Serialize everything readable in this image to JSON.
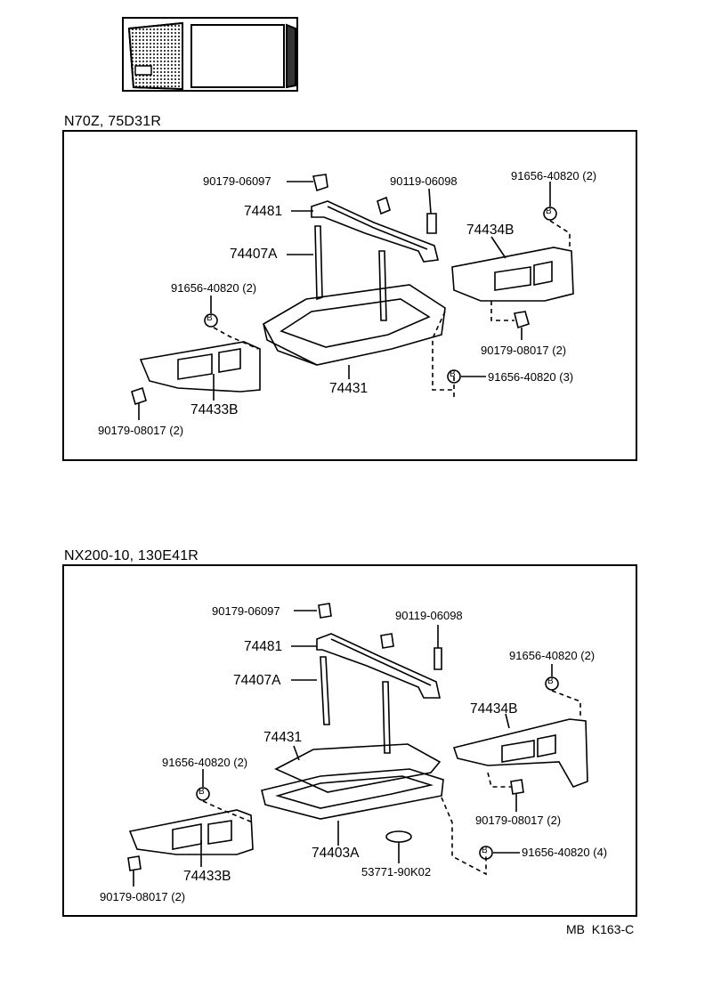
{
  "sections": [
    {
      "heading": "N70Z, 75D31R",
      "labels": {
        "nut_top": "90179-06097",
        "bolt_top": "90119-06098",
        "bolt_right_qty": "91656-40820 (2)",
        "clamp": "74481",
        "rod": "74407A",
        "bracket_right": "74434B",
        "bolt_left_qty": "91656-40820 (2)",
        "nut_right_qty": "90179-08017 (2)",
        "tray": "74431",
        "bolt_bottom_qty": "91656-40820 (3)",
        "bracket_left": "74433B",
        "nut_left_qty": "90179-08017 (2)"
      }
    },
    {
      "heading": "NX200-10, 130E41R",
      "labels": {
        "nut_top": "90179-06097",
        "bolt_top": "90119-06098",
        "clamp": "74481",
        "rod": "74407A",
        "bolt_right_qty": "91656-40820 (2)",
        "bracket_right": "74434B",
        "tray": "74431",
        "bolt_left_qty": "91656-40820 (2)",
        "nut_right_qty": "90179-08017 (2)",
        "carrier": "74403A",
        "bolt_bottom_qty": "91656-40820 (4)",
        "bracket_left": "74433B",
        "nut_left_qty": "90179-08017 (2)",
        "pad": "53771-90K02"
      }
    }
  ],
  "footer": "MB  K163-C",
  "bolt_marker": "B"
}
